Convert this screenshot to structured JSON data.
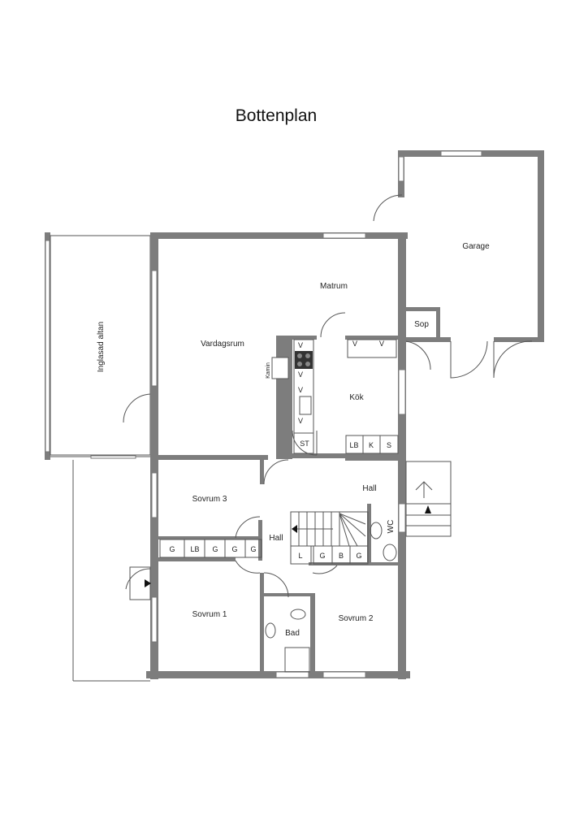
{
  "title": "Bottenplan",
  "rooms": {
    "garage": "Garage",
    "sop": "Sop",
    "matrum": "Matrum",
    "vardagsrum": "Vardagsrum",
    "altan": "Inglasad altan",
    "kok": "Kök",
    "kamin": "Kamin",
    "hall_upper": "Hall",
    "hall_lower": "Hall",
    "sovrum3": "Sovrum 3",
    "sovrum1": "Sovrum 1",
    "sovrum2": "Sovrum 2",
    "bad": "Bad",
    "wc": "WC"
  },
  "fixtures": {
    "kitchen_left": [
      "V",
      "V",
      "V",
      "V"
    ],
    "kitchen_top": [
      "V",
      "V"
    ],
    "st": "ST",
    "kitchen_bottom": [
      "LB",
      "K",
      "S"
    ],
    "closets_left": [
      "G",
      "LB",
      "G",
      "G",
      "G"
    ],
    "closets_hall": [
      "L",
      "G",
      "B",
      "G"
    ]
  }
}
